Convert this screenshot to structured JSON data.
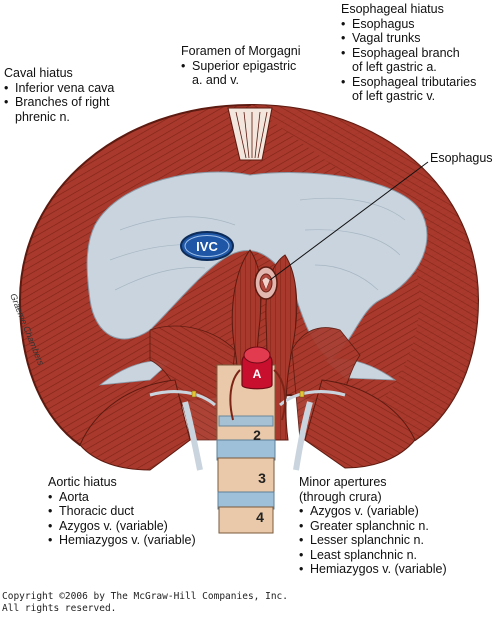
{
  "labels": {
    "caval_hiatus": {
      "title": "Caval hiatus",
      "items": [
        {
          "line1": "Inferior vena cava",
          "line2": ""
        },
        {
          "line1": "Branches of right",
          "line2": "phrenic n."
        }
      ]
    },
    "foramen_morgagni": {
      "title": "Foramen of Morgagni",
      "items": [
        {
          "line1": "Superior epigastric",
          "line2": "a. and v."
        }
      ]
    },
    "esophageal_hiatus": {
      "title": "Esophageal hiatus",
      "items": [
        {
          "line1": "Esophagus",
          "line2": ""
        },
        {
          "line1": "Vagal trunks",
          "line2": ""
        },
        {
          "line1": "Esophageal branch",
          "line2": "of left gastric a."
        },
        {
          "line1": "Esophageal tributaries",
          "line2": "of left gastric v."
        }
      ]
    },
    "esophagus_pointer": "Esophagus",
    "aortic_hiatus": {
      "title": "Aortic hiatus",
      "items": [
        {
          "line1": "Aorta",
          "line2": ""
        },
        {
          "line1": "Thoracic duct",
          "line2": ""
        },
        {
          "line1": "Azygos v. (variable)",
          "line2": ""
        },
        {
          "line1": "Hemiazygos v. (variable)",
          "line2": ""
        }
      ]
    },
    "minor_apertures": {
      "title": "Minor apertures",
      "subtitle": "(through crura)",
      "items": [
        {
          "line1": "Azygos v. (variable)",
          "line2": ""
        },
        {
          "line1": "Greater splanchnic n.",
          "line2": ""
        },
        {
          "line1": "Lesser splanchnic n.",
          "line2": ""
        },
        {
          "line1": "Least splanchnic n.",
          "line2": ""
        },
        {
          "line1": "Hemiazygos v. (variable)",
          "line2": ""
        }
      ]
    }
  },
  "figure": {
    "ivc_label": "IVC",
    "aorta_label": "A",
    "vertebrae": [
      "2",
      "3",
      "4"
    ],
    "artist_signature": "Graeme Chambers"
  },
  "copyright": {
    "line1": "Copyright ©2006 by The McGraw-Hill Companies, Inc.",
    "line2": "All rights reserved."
  },
  "colors": {
    "muscle": "#a8392c",
    "muscle_dark": "#7e2417",
    "tendon": "#c9d4de",
    "ivc": "#1f57a6",
    "aorta": "#c8102e",
    "vertebra_body": "#e9c9a9",
    "disc": "#9fc0d9"
  }
}
